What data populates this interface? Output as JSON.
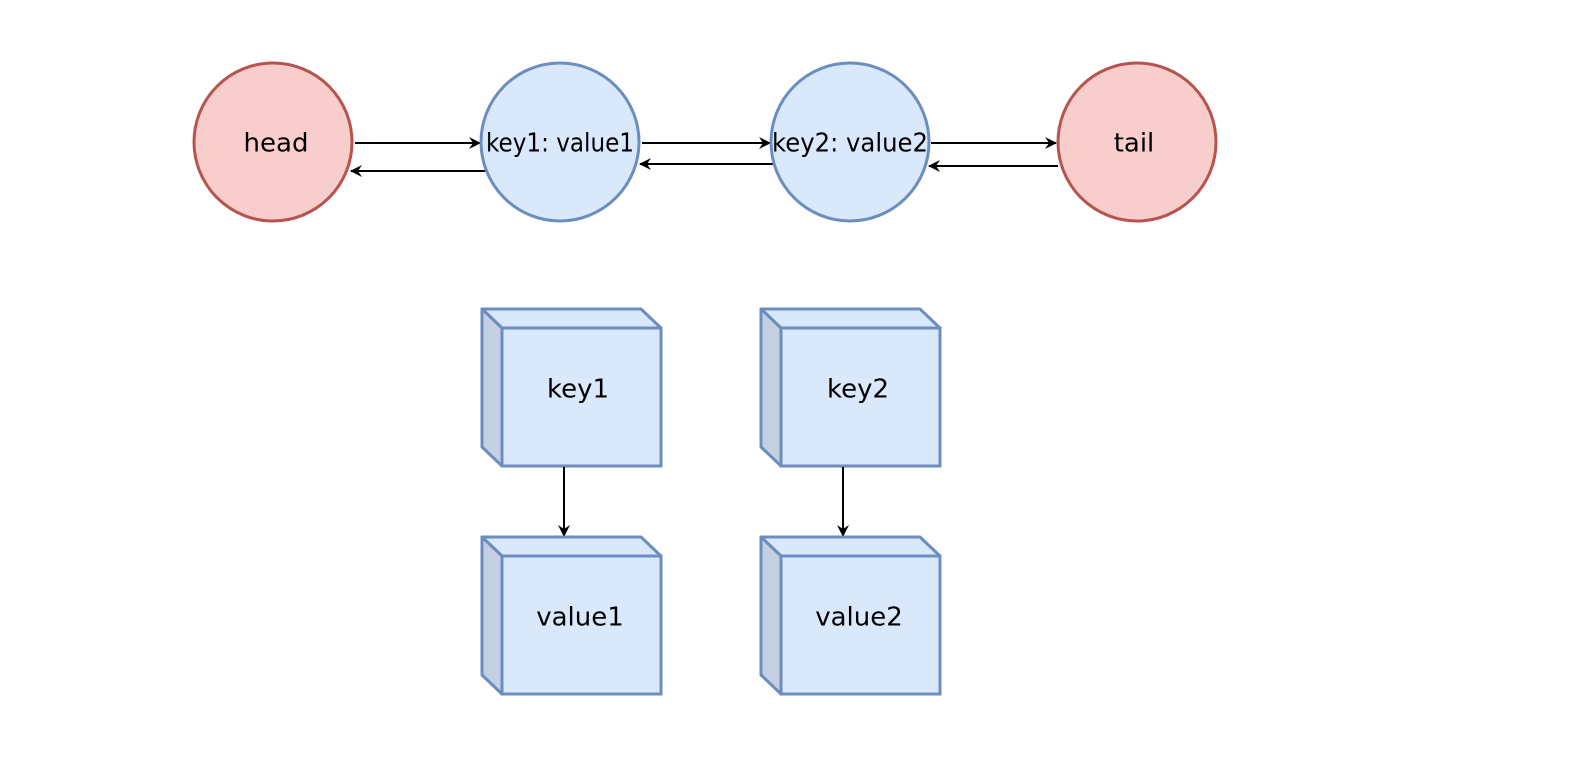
{
  "linked_list": {
    "nodes": [
      {
        "label": "head",
        "kind": "sentinel"
      },
      {
        "label": "key1: value1",
        "kind": "entry"
      },
      {
        "label": "key2: value2",
        "kind": "entry"
      },
      {
        "label": "tail",
        "kind": "sentinel"
      }
    ]
  },
  "map": {
    "entries": [
      {
        "key": "key1",
        "value": "value1"
      },
      {
        "key": "key2",
        "value": "value2"
      }
    ]
  },
  "colors": {
    "sentinel_fill": "#f8cecc",
    "sentinel_stroke": "#b85450",
    "entry_fill": "#dae8fc",
    "entry_stroke": "#6c8ebf",
    "cube_side_fill": "#c3d0e2",
    "arrow": "#000000"
  }
}
